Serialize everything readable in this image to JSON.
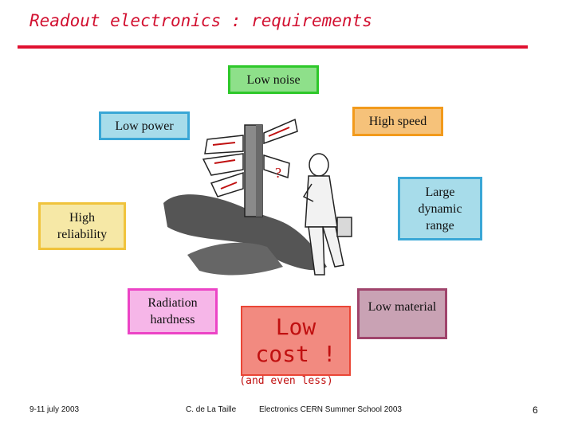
{
  "title": "Readout electronics : requirements",
  "boxes": {
    "low_noise": "Low noise",
    "low_power": "Low power",
    "high_speed": "High speed",
    "large_dynamic_range": "Large dynamic range",
    "high_reliability": "High reliability",
    "radiation_hardness": "Radiation hardness",
    "low_material": "Low material",
    "low_cost": "Low cost !",
    "and_even_less": "(and even less)"
  },
  "illustration": {
    "question_mark": "?"
  },
  "footer": {
    "date": "9-11 july 2003",
    "author": "C. de La Taille",
    "school": "Electronics CERN Summer School 2003",
    "page": "6"
  },
  "colors": {
    "title": "#d21030",
    "rule": "#e01030"
  }
}
